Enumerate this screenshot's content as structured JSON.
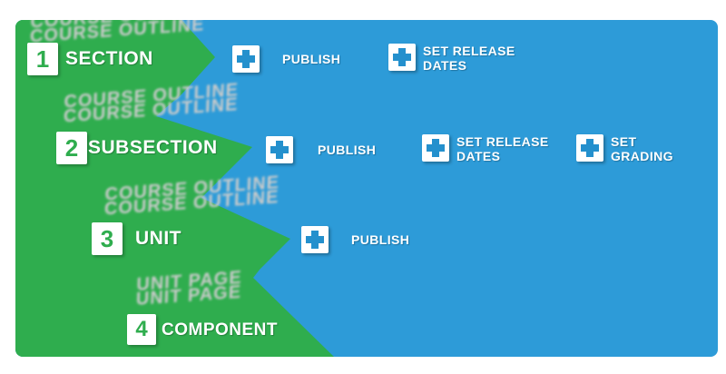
{
  "diagram": {
    "title_hidden": "",
    "colors": {
      "green": "#2fad4e",
      "blue": "#2d9bd8",
      "ghost_gray": "#cbcbcb",
      "white": "#ffffff"
    },
    "rows": [
      {
        "number": "1",
        "label": "SECTION",
        "ghost": "COURSE OUTLINE",
        "actions": [
          {
            "icon": "plus-icon",
            "lines": [
              "PUBLISH",
              ""
            ]
          },
          {
            "icon": "plus-icon",
            "lines": [
              "SET RELEASE",
              "DATES"
            ]
          }
        ]
      },
      {
        "number": "2",
        "label": "SUBSECTION",
        "ghost": "COURSE OUTLINE",
        "actions": [
          {
            "icon": "plus-icon",
            "lines": [
              "PUBLISH",
              ""
            ]
          },
          {
            "icon": "plus-icon",
            "lines": [
              "SET RELEASE",
              "DATES"
            ]
          },
          {
            "icon": "plus-icon",
            "lines": [
              "SET",
              "GRADING"
            ]
          }
        ]
      },
      {
        "number": "3",
        "label": "UNIT",
        "ghost": "COURSE OUTLINE",
        "actions": [
          {
            "icon": "plus-icon",
            "lines": [
              "PUBLISH",
              ""
            ]
          }
        ]
      },
      {
        "number": "4",
        "label": "COMPONENT",
        "ghost": "UNIT PAGE",
        "actions": []
      }
    ]
  }
}
